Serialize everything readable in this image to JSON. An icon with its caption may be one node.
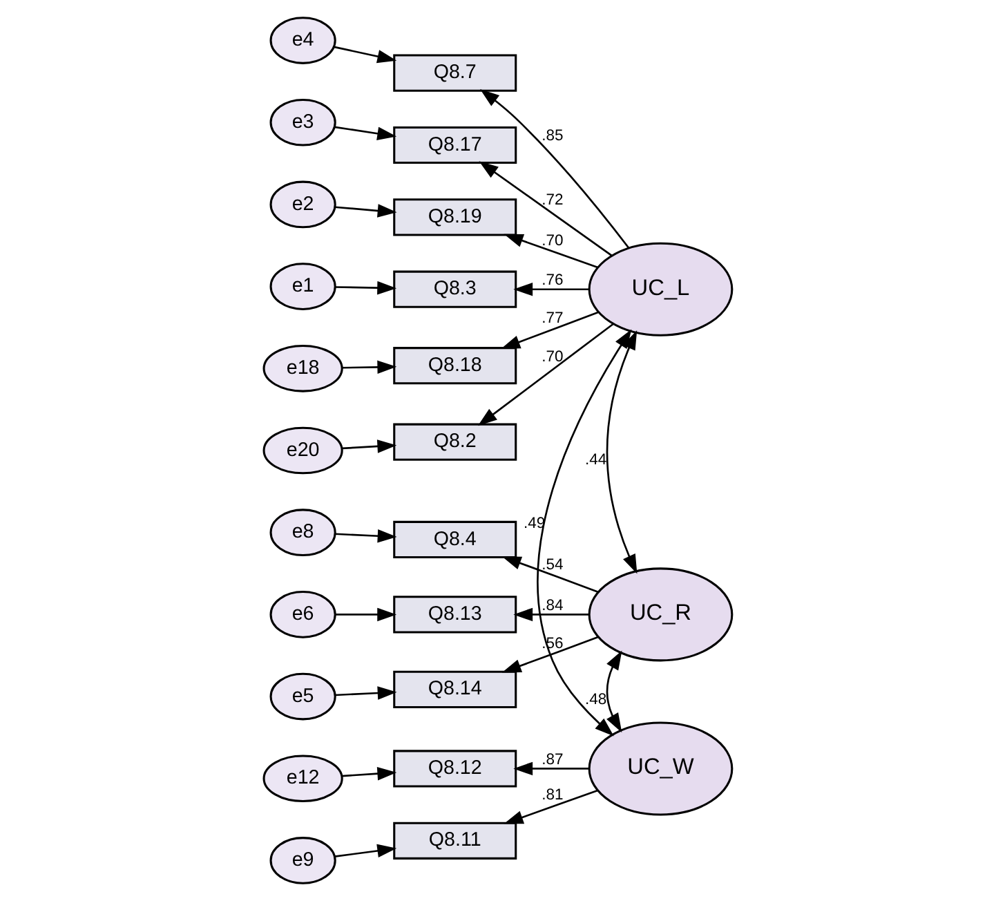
{
  "diagram": {
    "nodes": [
      {
        "text": [
          "e4"
        ]
      },
      {
        "text": [
          "Q8.7"
        ]
      },
      {
        "text": [
          "e3"
        ]
      },
      {
        "text": [
          "Q8.17"
        ]
      },
      {
        "text": [
          "e2"
        ]
      },
      {
        "text": [
          "Q8.19"
        ]
      },
      {
        "text": [
          "e1"
        ]
      },
      {
        "text": [
          "Q8.3"
        ]
      },
      {
        "text": [
          "e18"
        ]
      },
      {
        "text": [
          "Q8.18"
        ]
      },
      {
        "text": [
          "e20"
        ]
      },
      {
        "text": [
          "Q8.2"
        ]
      },
      {
        "text": [
          "e8"
        ]
      },
      {
        "text": [
          "Q8.4"
        ]
      },
      {
        "text": [
          "e6"
        ]
      },
      {
        "text": [
          "Q8.13"
        ]
      },
      {
        "text": [
          "e5"
        ]
      },
      {
        "text": [
          "Q8.14"
        ]
      },
      {
        "text": [
          "e12"
        ]
      },
      {
        "text": [
          "Q8.12"
        ]
      },
      {
        "text": [
          "e9"
        ]
      },
      {
        "text": [
          "Q8.11"
        ]
      },
      {
        "text": [
          "UC_L"
        ]
      },
      {
        "text": [
          "UC_R"
        ]
      },
      {
        "text": [
          "UC_W"
        ]
      }
    ],
    "edges": [
      {
        "from": 0,
        "to": 1,
        "arrow": "to"
      },
      {
        "from": 2,
        "to": 3,
        "arrow": "to"
      },
      {
        "from": 4,
        "to": 5,
        "arrow": "to"
      },
      {
        "from": 6,
        "to": 7,
        "arrow": "to"
      },
      {
        "from": 8,
        "to": 9,
        "arrow": "to"
      },
      {
        "from": 10,
        "to": 11,
        "arrow": "to"
      },
      {
        "from": 12,
        "to": 13,
        "arrow": "to"
      },
      {
        "from": 14,
        "to": 15,
        "arrow": "to"
      },
      {
        "from": 16,
        "to": 17,
        "arrow": "to"
      },
      {
        "from": 18,
        "to": 19,
        "arrow": "to"
      },
      {
        "from": 20,
        "to": 21,
        "arrow": "to"
      },
      {
        "from": 22,
        "to": 1,
        "arrow": "to",
        "label": ".85"
      },
      {
        "from": 22,
        "to": 3,
        "arrow": "to",
        "label": ".72"
      },
      {
        "from": 22,
        "to": 5,
        "arrow": "to",
        "label": ".70"
      },
      {
        "from": 22,
        "to": 7,
        "arrow": "to",
        "label": ".76"
      },
      {
        "from": 22,
        "to": 9,
        "arrow": "to",
        "label": ".77"
      },
      {
        "from": 22,
        "to": 11,
        "arrow": "to",
        "label": ".70"
      },
      {
        "from": 23,
        "to": 13,
        "arrow": "to",
        "label": ".54"
      },
      {
        "from": 23,
        "to": 15,
        "arrow": "to",
        "label": ".84"
      },
      {
        "from": 23,
        "to": 17,
        "arrow": "to",
        "label": ".56"
      },
      {
        "from": 24,
        "to": 19,
        "arrow": "to",
        "label": ".87"
      },
      {
        "from": 24,
        "to": 21,
        "arrow": "to",
        "label": ".81"
      },
      {
        "from": 22,
        "to": 23,
        "arrow": "both",
        "label": ".44"
      },
      {
        "from": 22,
        "to": 24,
        "arrow": "both",
        "label": ".49"
      },
      {
        "from": 23,
        "to": 24,
        "arrow": "both",
        "label": ".48"
      }
    ]
  }
}
